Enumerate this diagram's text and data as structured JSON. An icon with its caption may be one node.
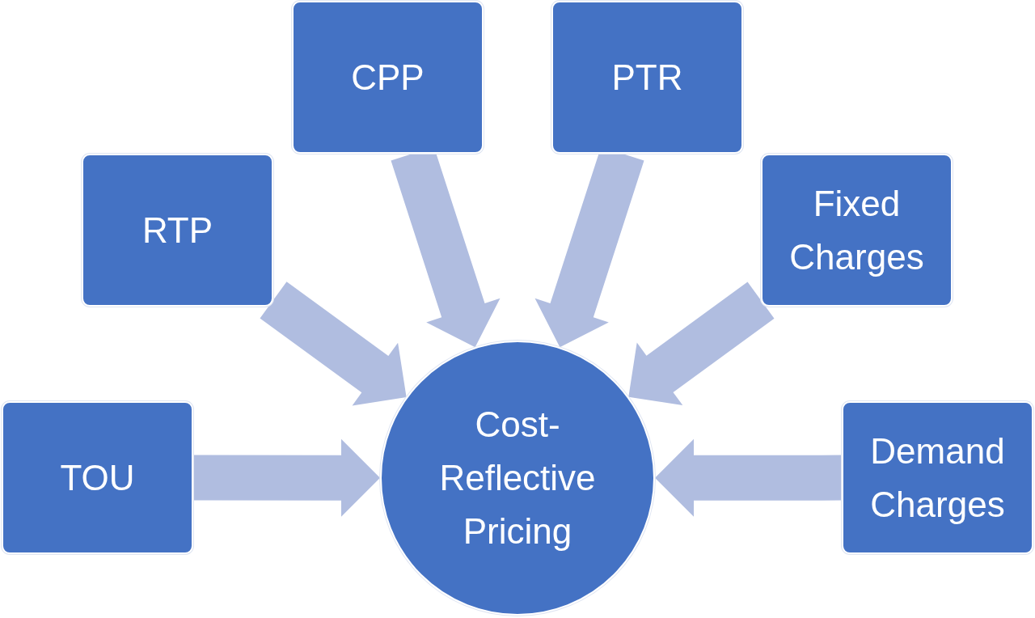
{
  "diagram": {
    "nodes": [
      {
        "text": [
          "TOU"
        ]
      },
      {
        "text": [
          "RTP"
        ]
      },
      {
        "text": [
          "CPP"
        ]
      },
      {
        "text": [
          "PTR"
        ]
      },
      {
        "text": [
          "Fixed Charges"
        ]
      },
      {
        "text": [
          "Demand Charges"
        ]
      },
      {
        "text": [
          "Cost-Reflective Pricing"
        ]
      }
    ],
    "edges": [
      {
        "from": 0,
        "to": 6,
        "arrow": "to"
      },
      {
        "from": 1,
        "to": 6,
        "arrow": "to"
      },
      {
        "from": 2,
        "to": 6,
        "arrow": "to"
      },
      {
        "from": 3,
        "to": 6,
        "arrow": "to"
      },
      {
        "from": 4,
        "to": 6,
        "arrow": "to"
      },
      {
        "from": 5,
        "to": 6,
        "arrow": "to"
      }
    ]
  }
}
